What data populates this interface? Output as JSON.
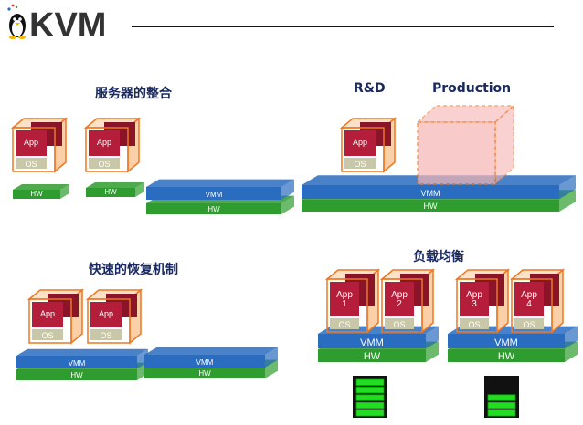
{
  "header": {
    "logo_text": "KVM"
  },
  "sections": {
    "consolidation": {
      "title": "服务器的整合"
    },
    "rnd_production": {
      "rnd_title": "R&D",
      "production_title": "Production"
    },
    "fast_recovery": {
      "title": "快速的恢复机制"
    },
    "load_balance": {
      "title": "负载均衡"
    }
  },
  "layer_labels": {
    "app": "App",
    "os": "OS",
    "vmm": "VMM",
    "hw": "HW"
  },
  "lb_apps": [
    "App\n1",
    "App\n2",
    "App\n3",
    "App\n4"
  ],
  "colors": {
    "app": "#b41e3a",
    "os": "#c8c8a8",
    "vmm": "#2a6cc0",
    "hw": "#2e9c2e",
    "frame": "#ee7722",
    "production": "#f7b4b4",
    "battery": "#22dd22"
  },
  "battery_levels": [
    1.0,
    0.6
  ]
}
